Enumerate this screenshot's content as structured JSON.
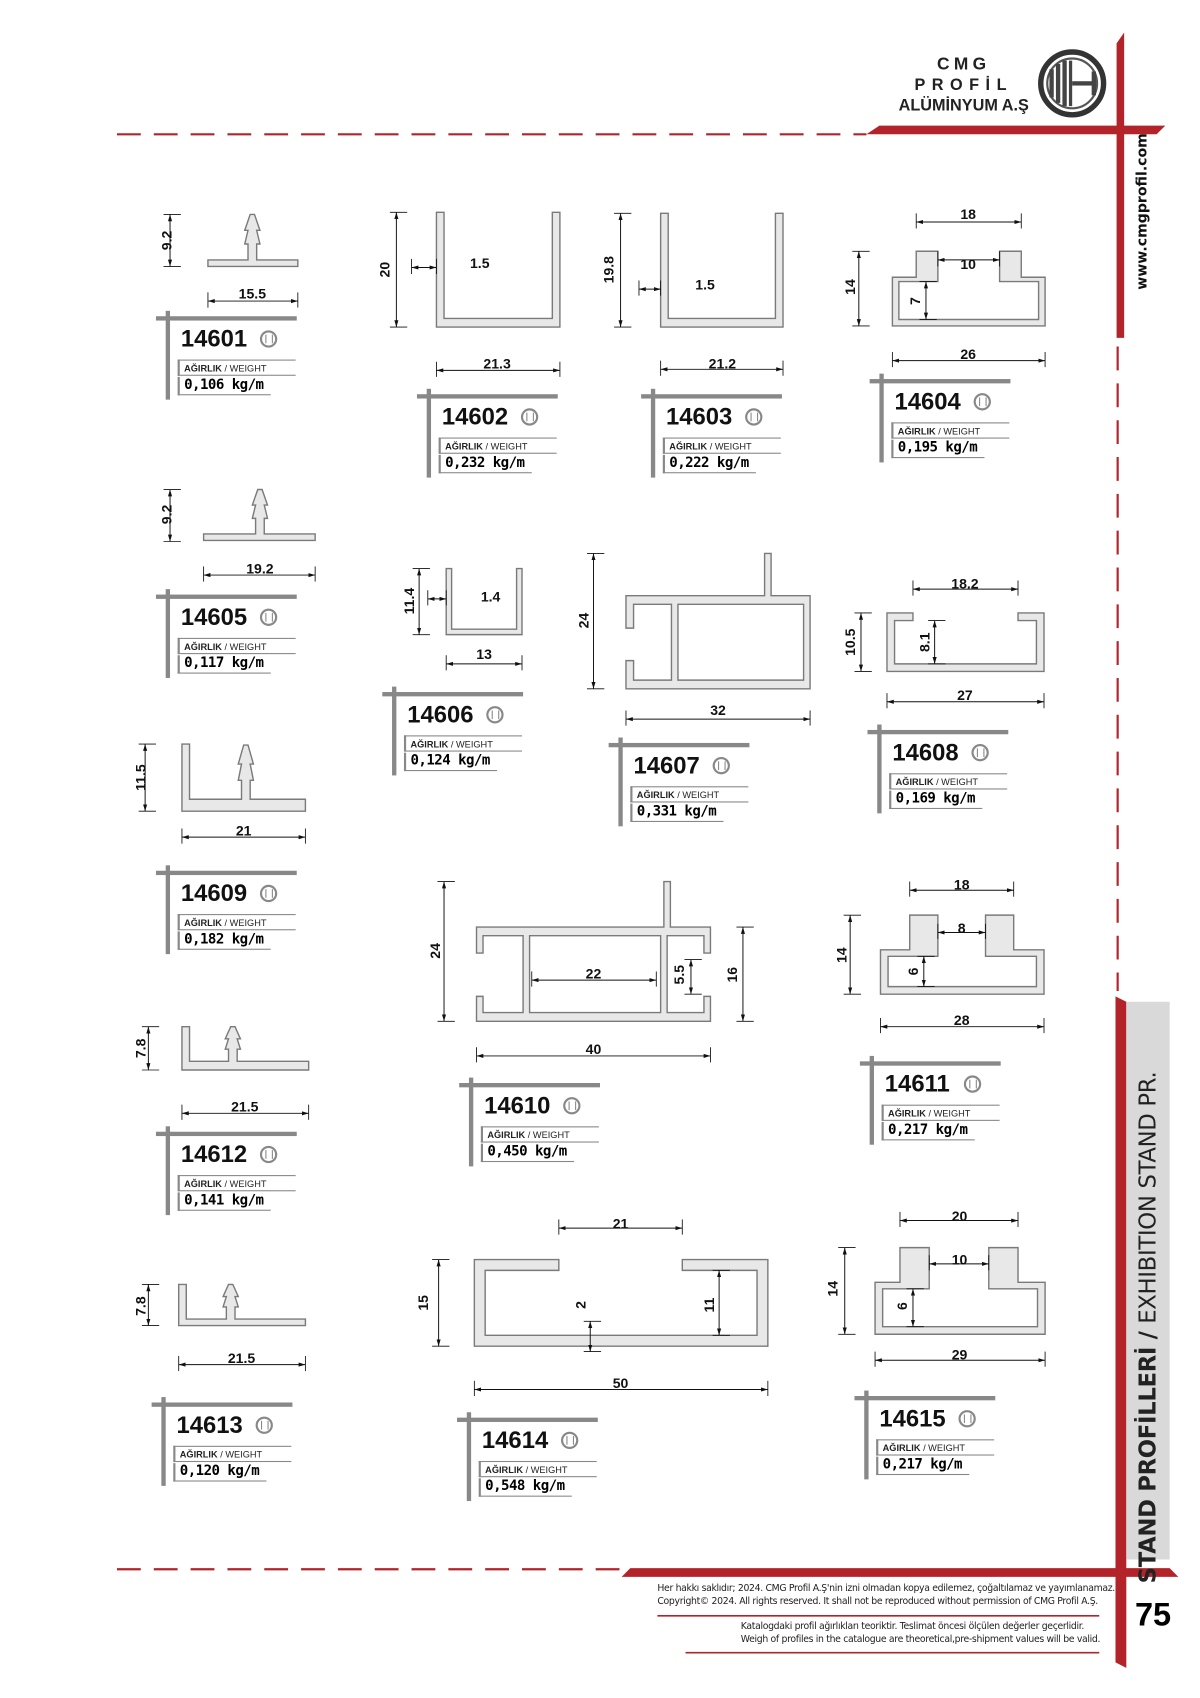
{
  "brand": {
    "line1": "CMG",
    "line2": "PROFİL",
    "line3": "ALÜMİNYUM A.Ş"
  },
  "website": "www.cmgprofil.com",
  "section": {
    "tr": "STAND PROFİLLERİ",
    "sep": " / ",
    "en": "EXHIBITION STAND PR."
  },
  "footer": {
    "rights_tr": "Her hakkı saklıdır; 2024. CMG Profil A.Ş'nin izni olmadan kopya edilemez, çoğaltılamaz ve yayımlanamaz.",
    "rights_en": "Copyright© 2024. All rights reserved. It shall not be reproduced without permission of CMG Profil A.Ş.",
    "note_tr": "Katalogdaki profil ağırlıkları teoriktir. Teslimat öncesi ölçülen değerler geçerlidir.",
    "note_en": "Weigh of profiles in the catalogue are theoretical,pre-shipment values will be valid."
  },
  "page_number": "75",
  "weight_label_tr": "AĞIRLIK",
  "weight_label_en": "/ WEIGHT",
  "colors": {
    "accent": "#b3242a",
    "profile_fill": "#e8e8e8",
    "profile_stroke": "#7a7a7a"
  },
  "profiles": [
    {
      "code": "14601",
      "weight": "0,106 kg/m",
      "dims": [
        "9.2",
        "15.5"
      ]
    },
    {
      "code": "14602",
      "weight": "0,232 kg/m",
      "dims": [
        "20",
        "1.5",
        "21.3"
      ]
    },
    {
      "code": "14603",
      "weight": "0,222 kg/m",
      "dims": [
        "19.8",
        "1.5",
        "21.2"
      ]
    },
    {
      "code": "14604",
      "weight": "0,195 kg/m",
      "dims": [
        "18",
        "10",
        "14",
        "7",
        "26"
      ]
    },
    {
      "code": "14605",
      "weight": "0,117 kg/m",
      "dims": [
        "9.2",
        "19.2"
      ]
    },
    {
      "code": "14606",
      "weight": "0,124 kg/m",
      "dims": [
        "11.4",
        "1.4",
        "13"
      ]
    },
    {
      "code": "14607",
      "weight": "0,331 kg/m",
      "dims": [
        "24",
        "32"
      ]
    },
    {
      "code": "14608",
      "weight": "0,169 kg/m",
      "dims": [
        "18.2",
        "8.1",
        "10.5",
        "27"
      ]
    },
    {
      "code": "14609",
      "weight": "0,182 kg/m",
      "dims": [
        "11.5",
        "21"
      ]
    },
    {
      "code": "14610",
      "weight": "0,450 kg/m",
      "dims": [
        "24",
        "22",
        "5.5",
        "16",
        "40"
      ]
    },
    {
      "code": "14611",
      "weight": "0,217 kg/m",
      "dims": [
        "18",
        "8",
        "14",
        "6",
        "28"
      ]
    },
    {
      "code": "14612",
      "weight": "0,141 kg/m",
      "dims": [
        "7.8",
        "21.5"
      ]
    },
    {
      "code": "14613",
      "weight": "0,120 kg/m",
      "dims": [
        "7.8",
        "21.5"
      ]
    },
    {
      "code": "14614",
      "weight": "0,548 kg/m",
      "dims": [
        "21",
        "15",
        "2",
        "11",
        "50"
      ]
    },
    {
      "code": "14615",
      "weight": "0,217 kg/m",
      "dims": [
        "20",
        "10",
        "14",
        "6",
        "29"
      ]
    }
  ]
}
